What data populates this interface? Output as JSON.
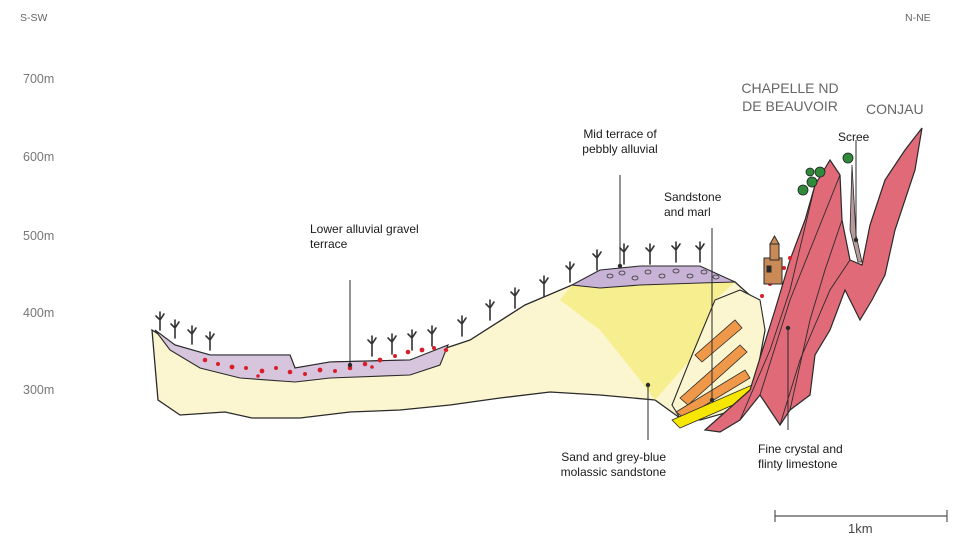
{
  "orientation": {
    "left": "S-SW",
    "right": "N-NE"
  },
  "elevation_ticks": [
    "700m",
    "600m",
    "500m",
    "400m",
    "300m"
  ],
  "places": {
    "chapelle": [
      "CHAPELLE ND",
      "DE BEAUVOIR"
    ],
    "conjau": "CONJAU"
  },
  "labels": {
    "scree": "Scree",
    "mid_terrace": [
      "Mid terrace of",
      "pebbly alluvial"
    ],
    "sandstone_marl": [
      "Sandstone",
      "and marl"
    ],
    "lower_terrace": [
      "Lower alluvial gravel",
      "terrace"
    ],
    "molasse": [
      "Sand and grey-blue",
      "molassic sandstone"
    ],
    "limestone": [
      "Fine crystal and",
      "flinty limestone"
    ]
  },
  "scale": "1km",
  "colors": {
    "molasse_fill": "#fbf6cf",
    "molasse_bright": "#f6ec7e",
    "lower_terrace_fill": "#d7c5dd",
    "mid_terrace_fill": "#c8b3d6",
    "limestone_fill": "#e06a78",
    "marl_band": "#f0984a",
    "yellow_band": "#f7e600",
    "gravel_red": "#d81e2b",
    "vine_dark": "#333333",
    "vine_green": "#2f8a3a",
    "chapel_brown": "#c98a55"
  }
}
